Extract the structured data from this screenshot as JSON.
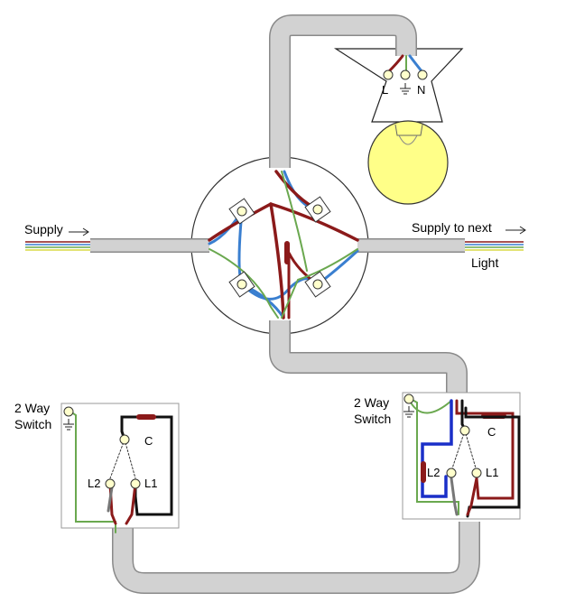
{
  "labels": {
    "supply_left": "Supply",
    "supply_next": "Supply to next",
    "light": "Light",
    "switch_left_line1": "2 Way",
    "switch_left_line2": "Switch",
    "switch_right_line1": "2 Way",
    "switch_right_line2": "Switch",
    "lamp_L": "L",
    "lamp_N": "N",
    "sw_left_C": "C",
    "sw_left_L2": "L2",
    "sw_left_L1": "L1",
    "sw_right_C": "C",
    "sw_right_L2": "L2",
    "sw_right_L1": "L1"
  },
  "colors": {
    "cable": "#d2d2d2",
    "cable_outline": "#8a8a8a",
    "live_brown": "#8b1a1a",
    "neutral_blue": "#3a7fd0",
    "strapper_blue": "#1a2fc8",
    "earth_green": "#6aa84f",
    "earth_yellow": "#d8d840",
    "black_wire": "#111111",
    "bulb": "#ffff88",
    "terminal": "#ffffcc"
  }
}
